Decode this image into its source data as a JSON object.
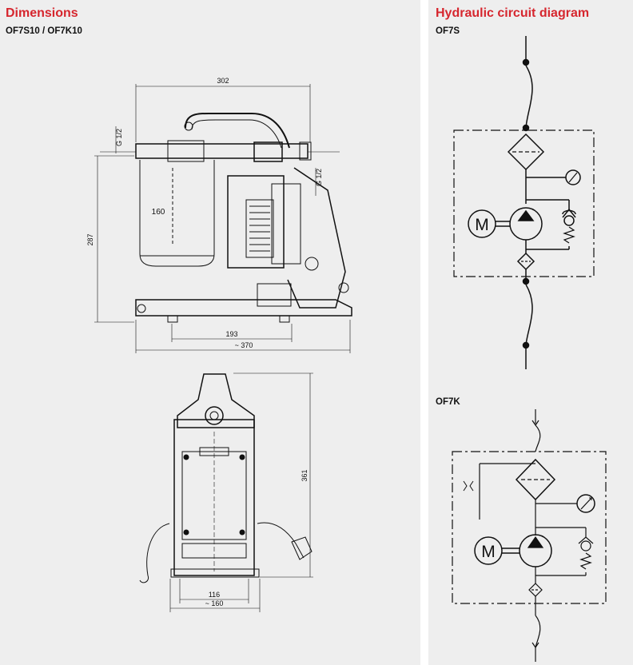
{
  "left": {
    "title": "Dimensions",
    "subtitle": "OF7S10 / OF7K10",
    "side_view": {
      "dim_width": "302",
      "dim_height": "287",
      "dim_filter": "160",
      "dim_port_top": "G 1/2",
      "dim_port_right": "G 1/2",
      "dim_base": "193",
      "dim_total": "~ 370"
    },
    "front_view": {
      "dim_height": "361",
      "dim_inner": "116",
      "dim_total": "~ 160"
    }
  },
  "right": {
    "title": "Hydraulic circuit diagram",
    "circuit_a": {
      "label": "OF7S",
      "motor": "M"
    },
    "circuit_b": {
      "label": "OF7K",
      "motor": "M"
    }
  },
  "colors": {
    "accent": "#d6262e",
    "panel": "#eeeeee",
    "line": "#111111"
  }
}
